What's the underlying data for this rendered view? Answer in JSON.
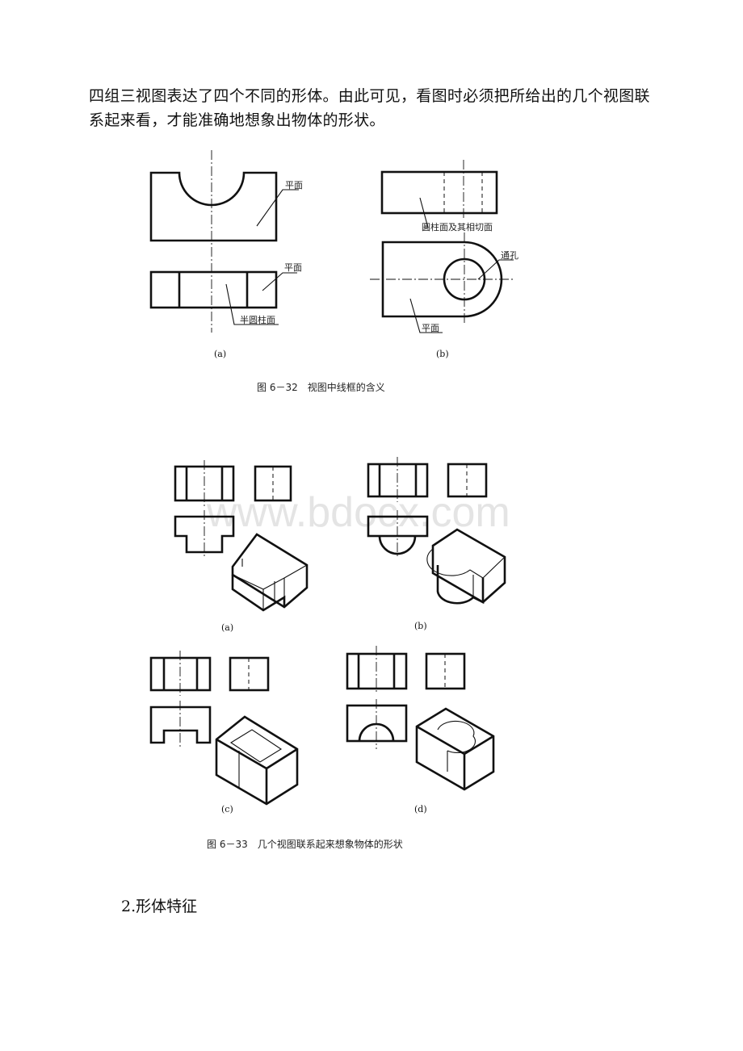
{
  "paragraph": "四组三视图表达了四个不同的形体。由此可见，看图时必须把所给出的几个视图联系起来看，才能准确地想象出物体的形状。",
  "figure1": {
    "caption": "图 6－32　视图中线框的含义",
    "sub_a": "(a)",
    "sub_b": "(b)",
    "labels": {
      "a_top_face": "平面",
      "a_side_face": "平面",
      "a_cylinder": "半圆柱面",
      "b_cylinder": "圆柱面及其相切面",
      "b_hole": "通孔",
      "b_plane": "平面"
    }
  },
  "watermark": "www.bdocx.com",
  "figure2": {
    "caption": "图 6－33　几个视图联系起来想象物体的形状",
    "sub_a": "(a)",
    "sub_b": "(b)",
    "sub_c": "(c)",
    "sub_d": "(d)"
  },
  "heading": "2.形体特征"
}
